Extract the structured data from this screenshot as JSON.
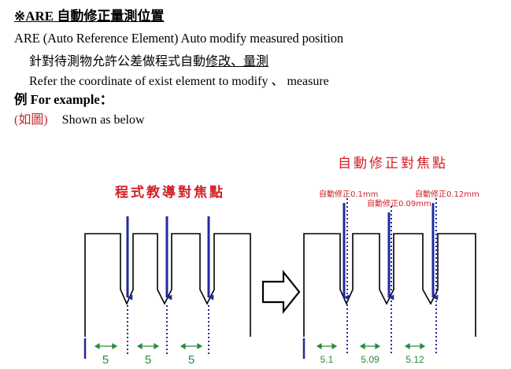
{
  "heading": "※ARE 自動修正量測位置",
  "subheading": "ARE (Auto Reference Element) Auto modify measured position",
  "desc_zh_pre": "針對待測物允許公差做程式自動",
  "desc_zh_underlined": "修改、量測",
  "desc_en": "Refer the coordinate of  exist  element to modify  、 measure",
  "example_label": "例 For example：",
  "figure_ref": "(如圖)",
  "figure_caption": "Shown as below",
  "left_diagram": {
    "title": "程式教導對焦點",
    "dimensions": [
      "5",
      "5",
      "5"
    ]
  },
  "right_diagram": {
    "title": "自動修正對焦點",
    "offsets": [
      "自動修正0.1mm",
      "自動修正0.09mm",
      "自動修正0.12mm"
    ],
    "dimensions": [
      "5.1",
      "5.09",
      "5.12"
    ]
  },
  "colors": {
    "blue": "#1f2a9e",
    "red": "#d22027",
    "green": "#2a8a3c"
  }
}
